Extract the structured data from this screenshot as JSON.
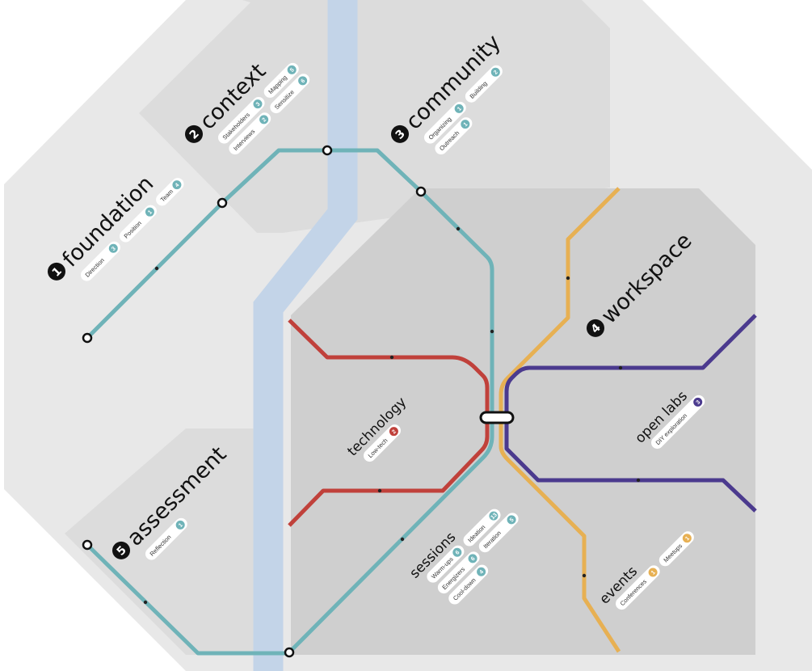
{
  "colors": {
    "teal": "#6fb3b8",
    "red": "#c0413b",
    "yellow": "#e7b053",
    "purple": "#4b3a8e",
    "river": "#c3d4e8",
    "bg_light": "#e8e8e8",
    "bg_mid": "#dcdcdc",
    "bg_dark": "#cfcfcf"
  },
  "zones": {
    "foundation": {
      "number": "1",
      "title": "foundation",
      "items": [
        {
          "label": "Direction",
          "count": "3"
        },
        {
          "label": "Position",
          "count": "1"
        },
        {
          "label": "Team",
          "count": "4"
        }
      ]
    },
    "context": {
      "number": "2",
      "title": "context",
      "items": [
        {
          "label": "Stakeholders",
          "count": "3"
        },
        {
          "label": "Mapping",
          "count": "5"
        },
        {
          "label": "Interviews",
          "count": "2"
        },
        {
          "label": "Sensitize",
          "count": "6"
        }
      ]
    },
    "community": {
      "number": "3",
      "title": "community",
      "items": [
        {
          "label": "Organizing",
          "count": "1"
        },
        {
          "label": "Building",
          "count": "2"
        },
        {
          "label": "Outreach",
          "count": "1"
        }
      ]
    },
    "workspace": {
      "number": "4",
      "title": "workspace"
    },
    "assessment": {
      "number": "5",
      "title": "assessment",
      "items": [
        {
          "label": "Reflection",
          "count": "1"
        }
      ]
    }
  },
  "subzones": {
    "technology": {
      "title": "technology",
      "items": [
        {
          "label": "Low-tech",
          "count": "2"
        }
      ]
    },
    "open_labs": {
      "title": "open labs",
      "items": [
        {
          "label": "DIY exploration",
          "count": "3"
        }
      ]
    },
    "sessions": {
      "title": "sessions",
      "items": [
        {
          "label": "Warm-ups",
          "count": "6"
        },
        {
          "label": "Ideation",
          "count": "13"
        },
        {
          "label": "Energizers",
          "count": "6"
        },
        {
          "label": "Iteration",
          "count": "5"
        },
        {
          "label": "Cool-down",
          "count": "4"
        }
      ]
    },
    "events": {
      "title": "events",
      "items": [
        {
          "label": "Conferences",
          "count": "1"
        },
        {
          "label": "Meetups",
          "count": "1"
        }
      ]
    }
  }
}
